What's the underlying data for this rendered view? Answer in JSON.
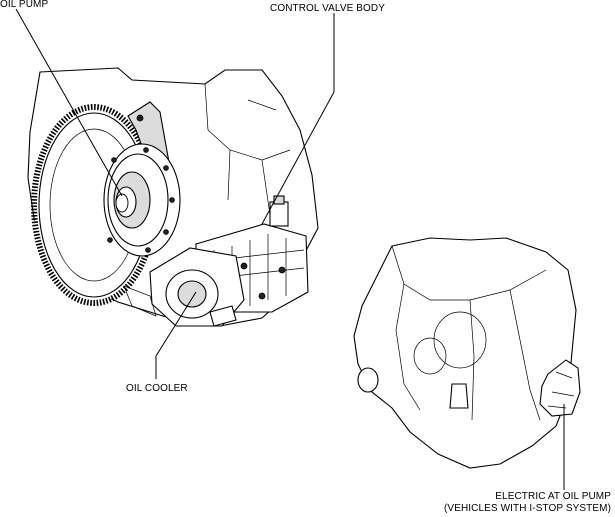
{
  "labels": {
    "oil_pump": "OIL PUMP",
    "control_valve_body": "CONTROL VALVE BODY",
    "oil_cooler": "OIL COOLER",
    "electric_oil_pump_line1": "ELECTRIC AT OIL PUMP",
    "electric_oil_pump_line2": "(VEHICLES WITH I-STOP SYSTEM)"
  },
  "colors": {
    "ink": "#000000",
    "background": "#ffffff"
  }
}
